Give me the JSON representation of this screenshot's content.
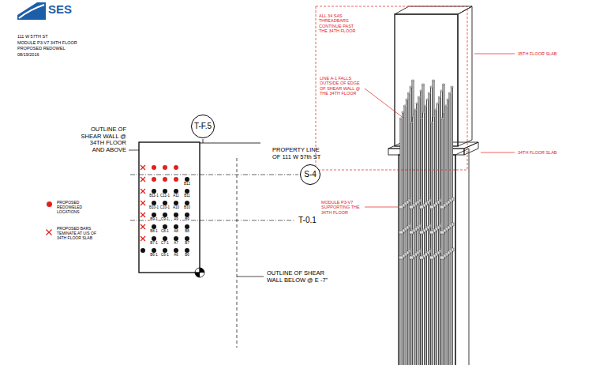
{
  "diagram": {
    "nodes": [
      {
        "text": [
          "T-F.5"
        ]
      },
      {
        "text": [
          "S-4"
        ]
      }
    ],
    "labels": [
      "SES",
      "111 W 57TH ST",
      "MODULE P3-V7 34TH FLOOR",
      "PROPOSED REDOWEL",
      "08/19/2016",
      "OUTLINE OF SHEAR WALL @ 34TH FLOOR AND ABOVE",
      "PROPERTY LINE OF 111 W 57th ST",
      "T-0.1",
      "OUTLINE OF SHEAR WALL BELOW @ E -7\"",
      "ALL 34 SAS THREADBARS CONTINUE PAST THE 34TH FLOOR",
      "35TH FLOOR SLAB",
      "LINE A-1 FALLS OUTSIDE OF EDGE OF SHEAR WALL @ THE 34TH FLOOR",
      "34TH FLOOR SLAB",
      "MODULE P3-V7 SUPPORTING THE 34TH FLOOR",
      "B12",
      "B11-1",
      "C11-1",
      "A11",
      "B11",
      "B10-1",
      "C10-1",
      "A10",
      "B10",
      "B9-1",
      "C9-1",
      "A9",
      "B9",
      "B8-1",
      "C8-1",
      "A8",
      "B8",
      "B7-1",
      "C7-1",
      "A7",
      "B7",
      "B6-1",
      "C6-1",
      "A6",
      "B6"
    ],
    "legend": [
      {
        "text": "PROPOSED REDOWELED LOCATIONS",
        "color": "#e3211c"
      },
      {
        "text": "PROPOSED BARS TEMINATE AT U/S OF 34TH FLOOR SLAB"
      }
    ]
  }
}
